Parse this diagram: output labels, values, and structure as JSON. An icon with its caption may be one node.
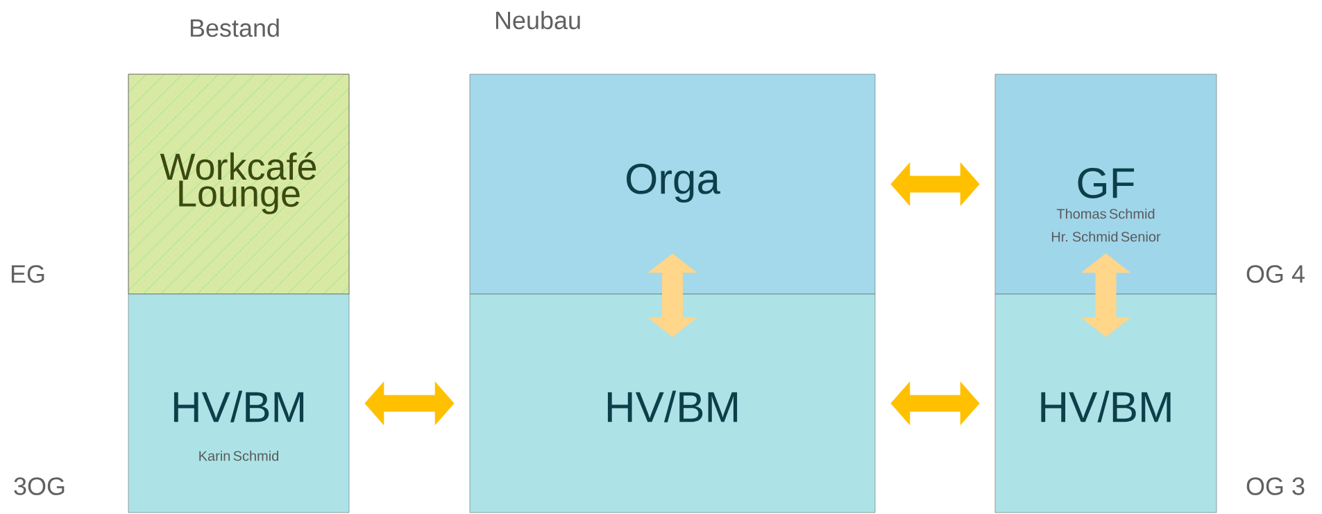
{
  "diagram": {
    "nodes": [
      {
        "text": [
          "Workcafé Lounge"
        ]
      },
      {
        "text": [
          "HV/BM",
          "Karin Schmid"
        ]
      },
      {
        "text": [
          "Orga"
        ]
      },
      {
        "text": [
          "HV/BM"
        ]
      },
      {
        "text": [
          "GF",
          "Thomas Schmid",
          "Hr. Schmid Senior"
        ]
      },
      {
        "text": [
          "HV/BM"
        ]
      }
    ],
    "edges": [
      {
        "from": 1,
        "to": 3,
        "arrow": "both"
      },
      {
        "from": 2,
        "to": 4,
        "arrow": "both"
      },
      {
        "from": 3,
        "to": 5,
        "arrow": "both"
      },
      {
        "from": 2,
        "to": 3,
        "arrow": "both",
        "color": "#ffd68a"
      },
      {
        "from": 4,
        "to": 5,
        "arrow": "both",
        "color": "#ffd68a"
      }
    ],
    "labels": [
      "Bestand",
      "Neubau",
      "EG",
      "OG 4",
      "3OG",
      "OG 3"
    ]
  }
}
